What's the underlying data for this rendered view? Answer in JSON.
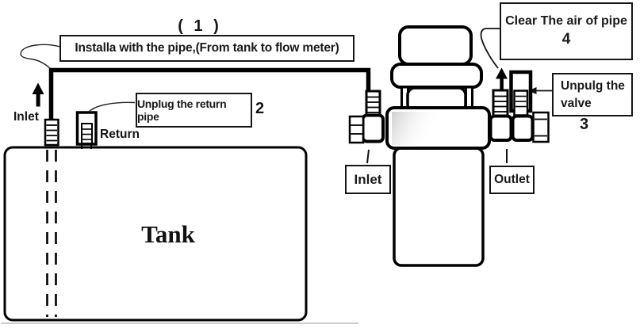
{
  "figure": {
    "steps": {
      "step1": {
        "number": "( 1 )",
        "label": "Installa with the pipe,(From tank to flow meter)"
      },
      "step2": {
        "label": "Unplug the return pipe",
        "number": "2"
      },
      "step3": {
        "label_line1": "Unpulg the",
        "label_line2": "valve",
        "number": "3"
      },
      "step4": {
        "label": "Clear The air of pipe",
        "number": "4"
      }
    },
    "tank": {
      "label": "Tank",
      "inlet_label": "Inlet",
      "return_label": "Return"
    },
    "flow_meter": {
      "inlet_label": "Inlet",
      "outlet_label": "Outlet"
    }
  },
  "colors": {
    "line": "#000000",
    "background": "#ffffff",
    "shading": "#b5b5b5"
  }
}
